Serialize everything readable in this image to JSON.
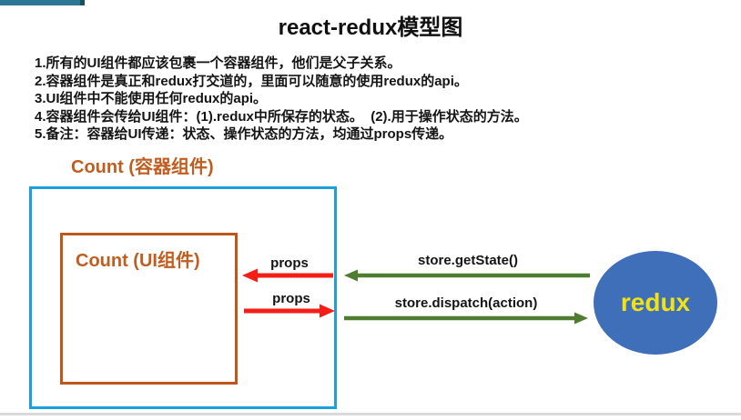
{
  "page": {
    "title": "react-redux模型图"
  },
  "notes": {
    "lines": [
      "1.所有的UI组件都应该包裹一个容器组件，他们是父子关系。",
      "2.容器组件是真正和redux打交道的，里面可以随意的使用redux的api。",
      "3.UI组件中不能使用任何redux的api。",
      "4.容器组件会传给UI组件：(1).redux中所保存的状态。  (2).用于操作状态的方法。",
      "5.备注：容器给UI传递：状态、操作状态的方法，均通过props传递。"
    ]
  },
  "diagram": {
    "container_label": "Count (容器组件)",
    "ui_label": "Count (UI组件)",
    "props_top_label": "props",
    "props_bottom_label": "props",
    "get_state_label": "store.getState()",
    "dispatch_label": "store.dispatch(action)",
    "redux_label": "redux"
  },
  "colors": {
    "top-bar": "#2b7795",
    "container-border": "#1b9fdd",
    "ui-border": "#bd571b",
    "accent-orange": "#c05e20",
    "arrow-red": "#f61e14",
    "arrow-green": "#4e7c30",
    "redux-blue": "#3f6fb8",
    "redux-text": "#f0e213",
    "divider": "#dadada"
  }
}
